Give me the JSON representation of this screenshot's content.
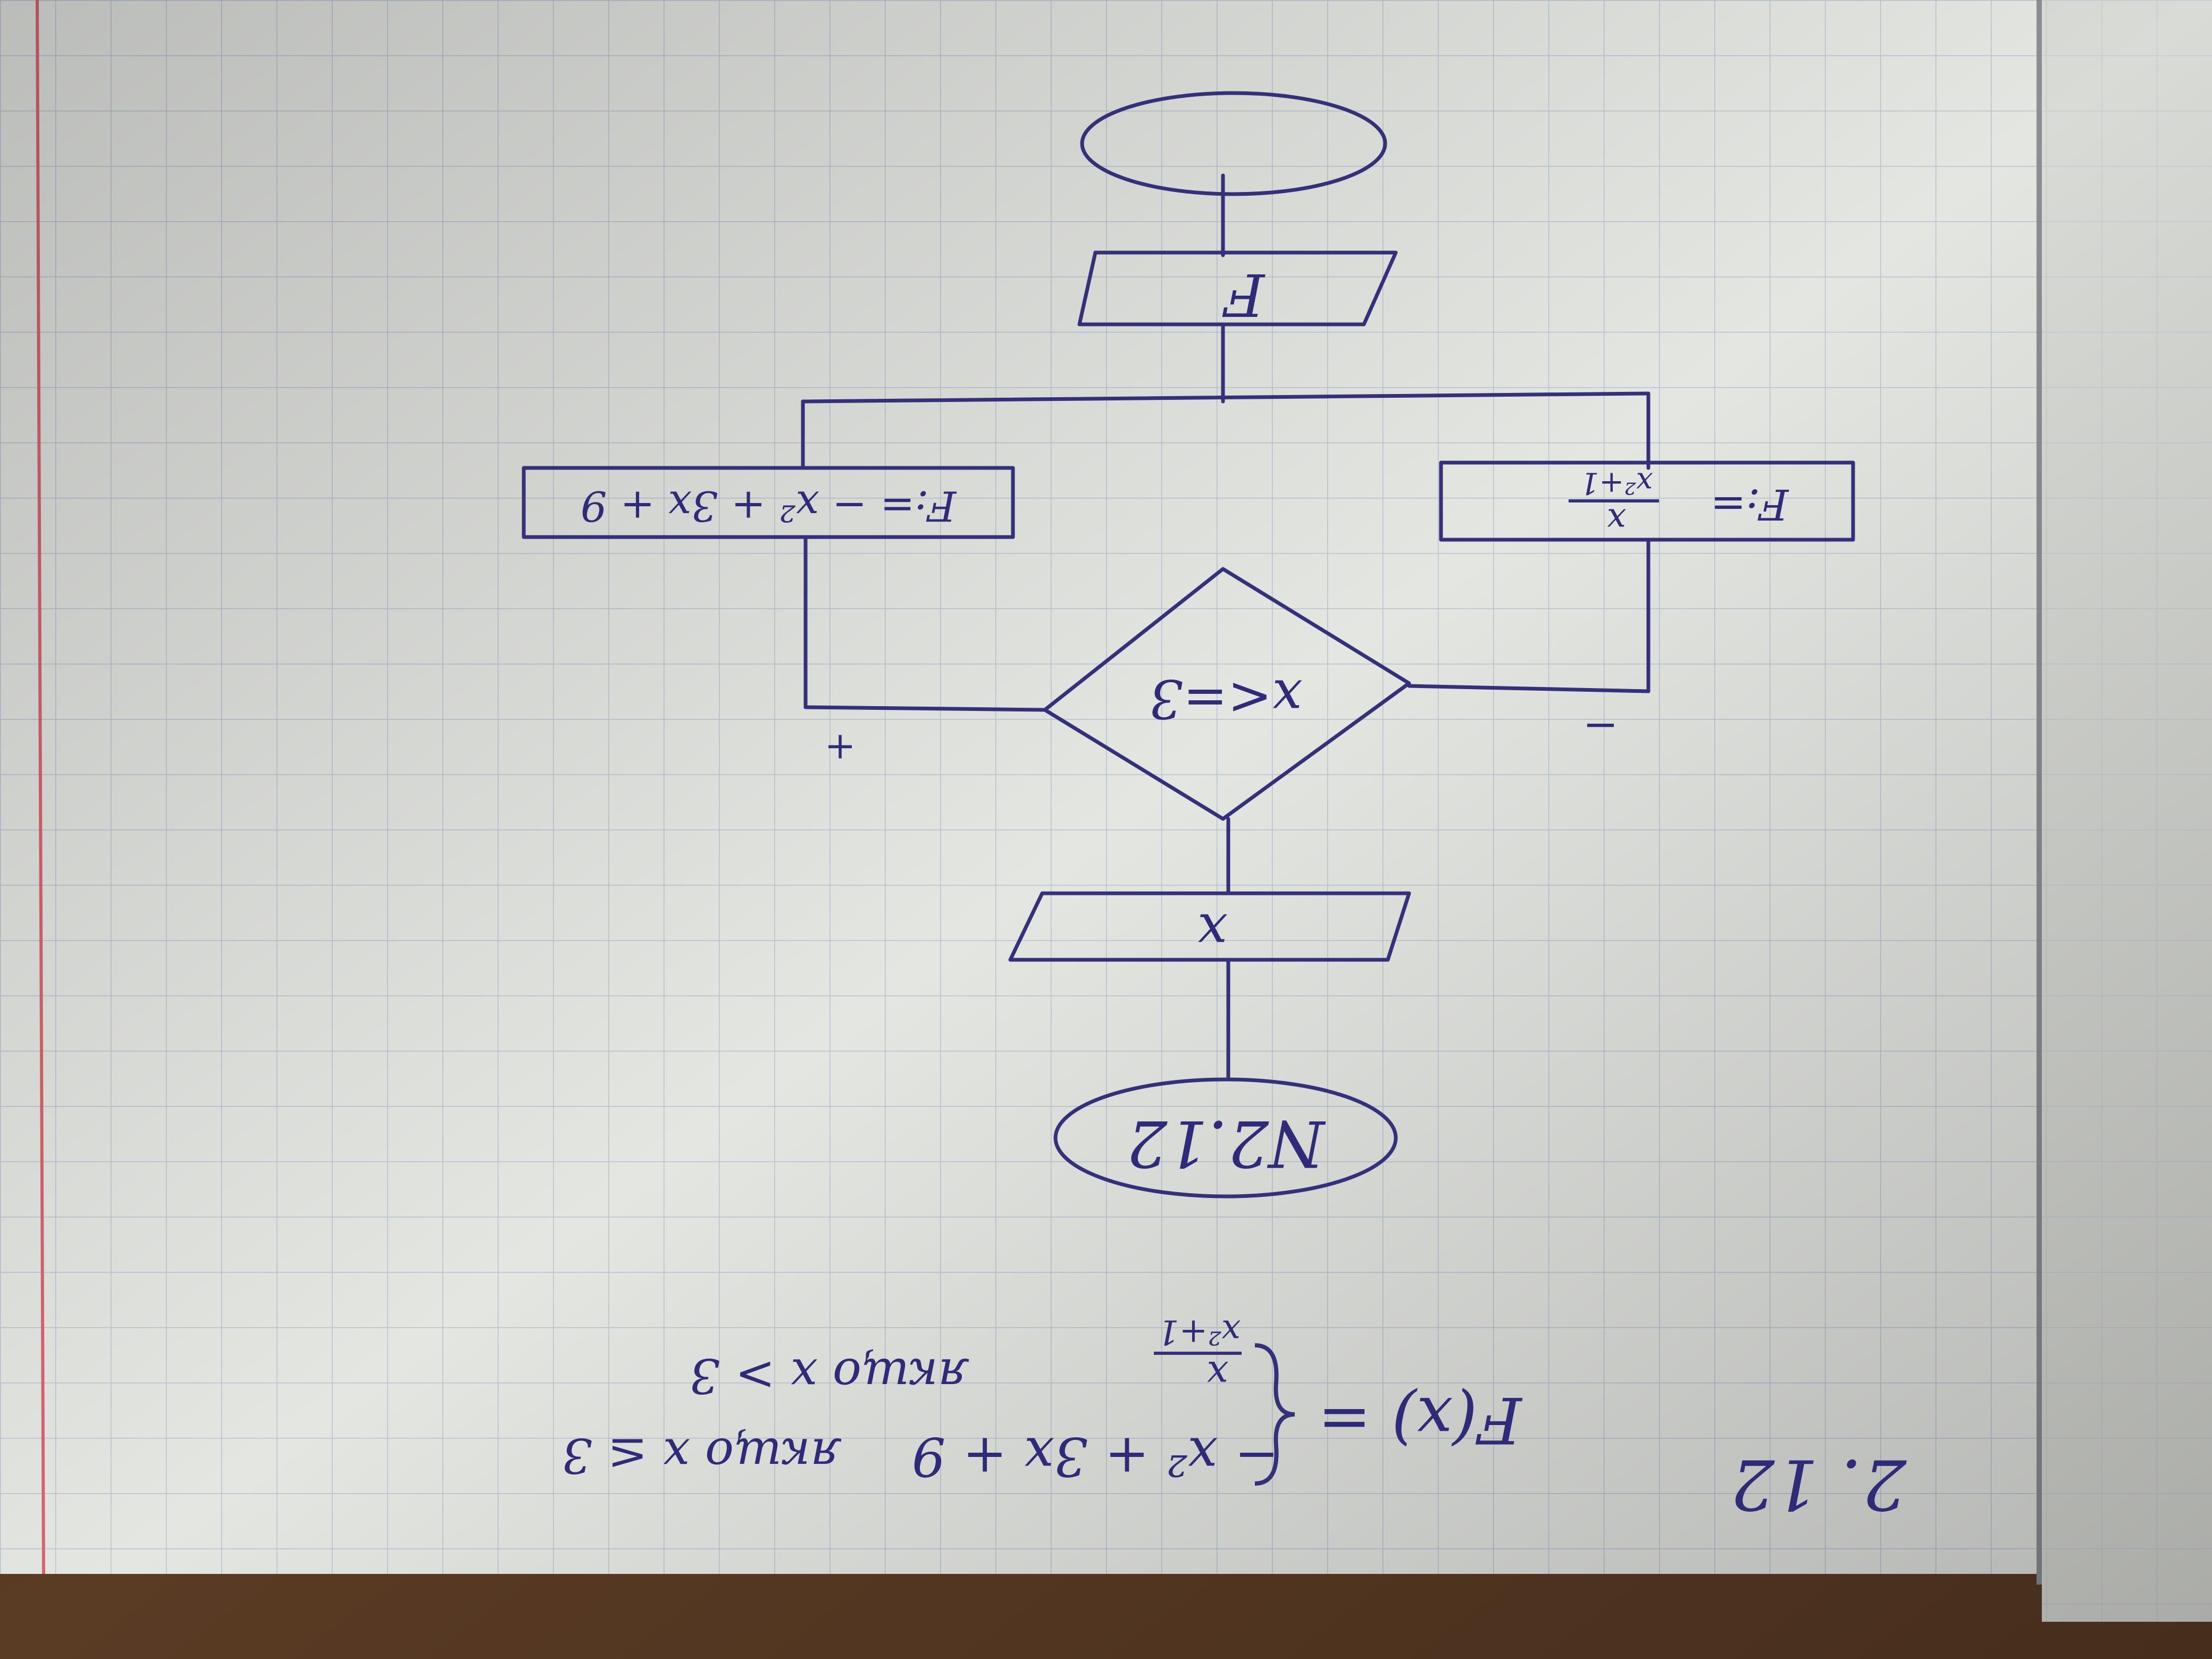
{
  "photo": {
    "colors": {
      "paper": "#e4e6e2",
      "grid": "#b9c3cf",
      "ink": "#34307a",
      "margin_line": "#d9646e",
      "table_cloth": "#5a3b24"
    }
  },
  "flowchart": {
    "start_label": "N2.12",
    "input_label": "x",
    "condition_label": "x<=3",
    "branch_plus": "+",
    "branch_minus": "−",
    "process_left": "F:= − x² + 3x + 9",
    "process_right_prefix": "F:=",
    "process_right_numerator": "x",
    "process_right_denominator": "x²+1",
    "output_label": "F",
    "end_label": ""
  },
  "formula": {
    "lhs": "F(x) =",
    "case1_expr": "− x² + 3x + 9",
    "case1_cond": "якщо   x ≤ 3",
    "case2_numerator": "x",
    "case2_denominator": "x²+1",
    "case2_cond": "якщо   x > 3",
    "task_number": "2. 12"
  }
}
